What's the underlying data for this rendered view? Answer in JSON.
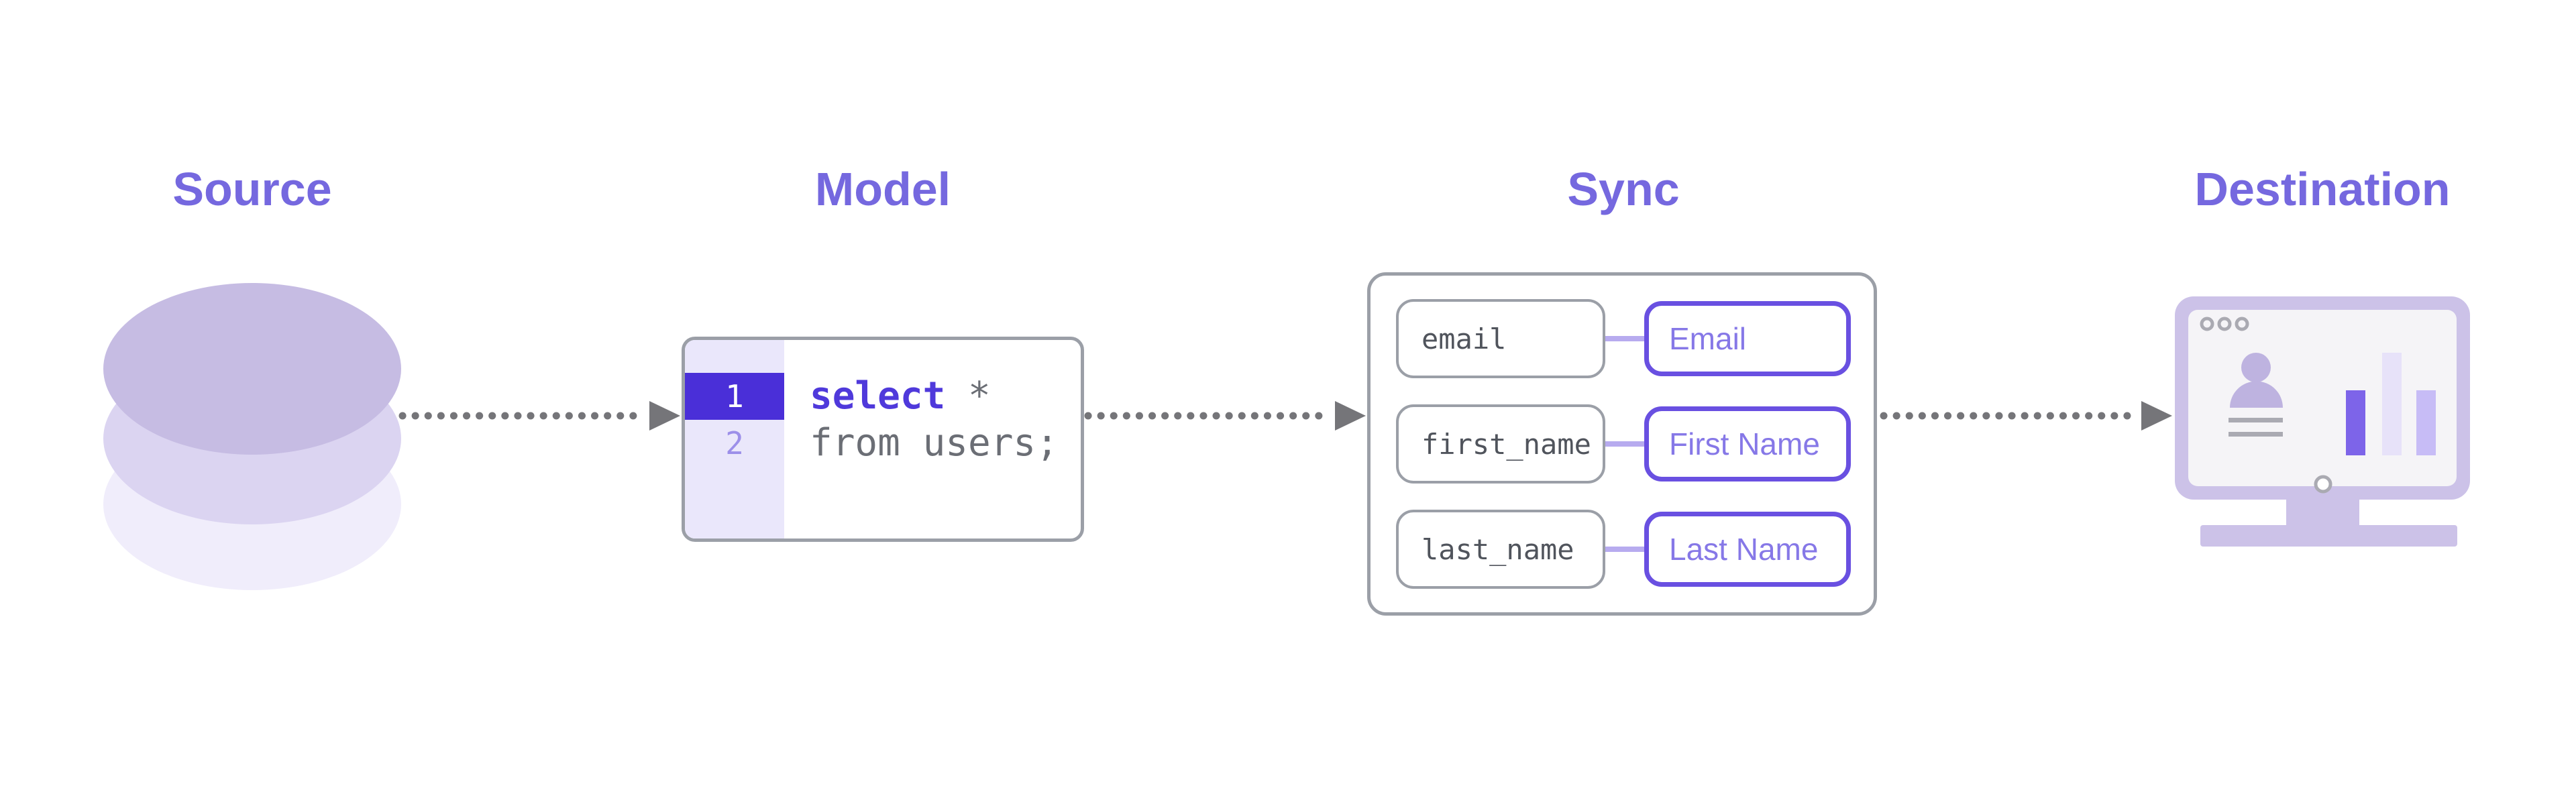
{
  "pipeline": {
    "stages": [
      {
        "id": "source",
        "label": "Source",
        "icon": "database-icon"
      },
      {
        "id": "model",
        "label": "Model",
        "icon": "code-editor"
      },
      {
        "id": "sync",
        "label": "Sync",
        "icon": "field-mapping"
      },
      {
        "id": "destination",
        "label": "Destination",
        "icon": "monitor-analytics-icon"
      }
    ]
  },
  "model_editor": {
    "lines": [
      {
        "number": "1",
        "keyword": "select",
        "code": " *",
        "highlighted": true
      },
      {
        "number": "2",
        "keyword": "",
        "code": "from users;",
        "highlighted": false
      }
    ]
  },
  "sync_mappings": {
    "rows": [
      {
        "source_field": "email",
        "destination_field": "Email"
      },
      {
        "source_field": "first_name",
        "destination_field": "First Name"
      },
      {
        "source_field": "last_name",
        "destination_field": "Last Name"
      }
    ]
  },
  "colors": {
    "accent-purple": "#7568DF",
    "line-highlight": "#4A2FD8",
    "keyword-purple": "#4F39DB",
    "code-gray": "#6B6E75",
    "gutter-bg": "#EAE7FB",
    "gutter-num": "#9C8FE9",
    "box-border": "#9B9FA7",
    "source-pill-text": "#50545C",
    "dest-pill-border": "#6950E1",
    "dest-pill-text": "#8678E7",
    "connector": "#B7ABEF",
    "arrow-gray": "#757579",
    "cyl-top": "#C6BCE3",
    "cyl-mid": "#DBD4F1",
    "cyl-bottom": "#F0EDFB",
    "monitor-frame": "#CCC2E8",
    "screen-bg": "#F5F4F7",
    "person": "#BEB3E0",
    "bar-1": "#7D64E9",
    "bar-2": "#E7E2F9",
    "bar-3": "#C7BCF6",
    "detail-gray": "#AAAAB2"
  }
}
